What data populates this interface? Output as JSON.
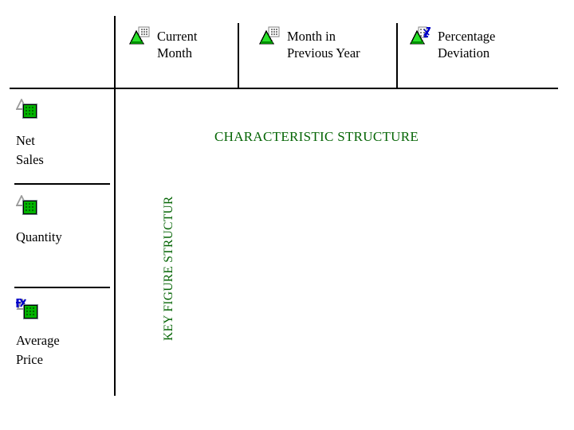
{
  "diagram": {
    "title_columns_caption": "CHARACTERISTIC STRUCTURE",
    "title_rows_caption": "KEY FIGURE STRUCTUR",
    "colors": {
      "caption_green": "#056505",
      "rule_black": "#000000",
      "icon_green": "#00B400",
      "icon_dark_green": "#006400",
      "icon_gray": "#808080",
      "icon_blue": "#0000C8",
      "background": "#FFFFFF"
    },
    "columns": [
      {
        "icon": "characteristic-pyramid-grid-icon",
        "label": "Current\nMonth"
      },
      {
        "icon": "characteristic-pyramid-grid-icon",
        "label": "Month in\nPrevious Year"
      },
      {
        "icon": "calculated-characteristic-pyramid-icon",
        "label": "Percentage\nDeviation"
      }
    ],
    "rows": [
      {
        "icon": "key-figure-grid-icon",
        "label": "Net\nSales"
      },
      {
        "icon": "key-figure-grid-icon",
        "label": "Quantity"
      },
      {
        "icon": "calculated-key-figure-fx-icon",
        "label": "Average\nPrice"
      }
    ]
  }
}
